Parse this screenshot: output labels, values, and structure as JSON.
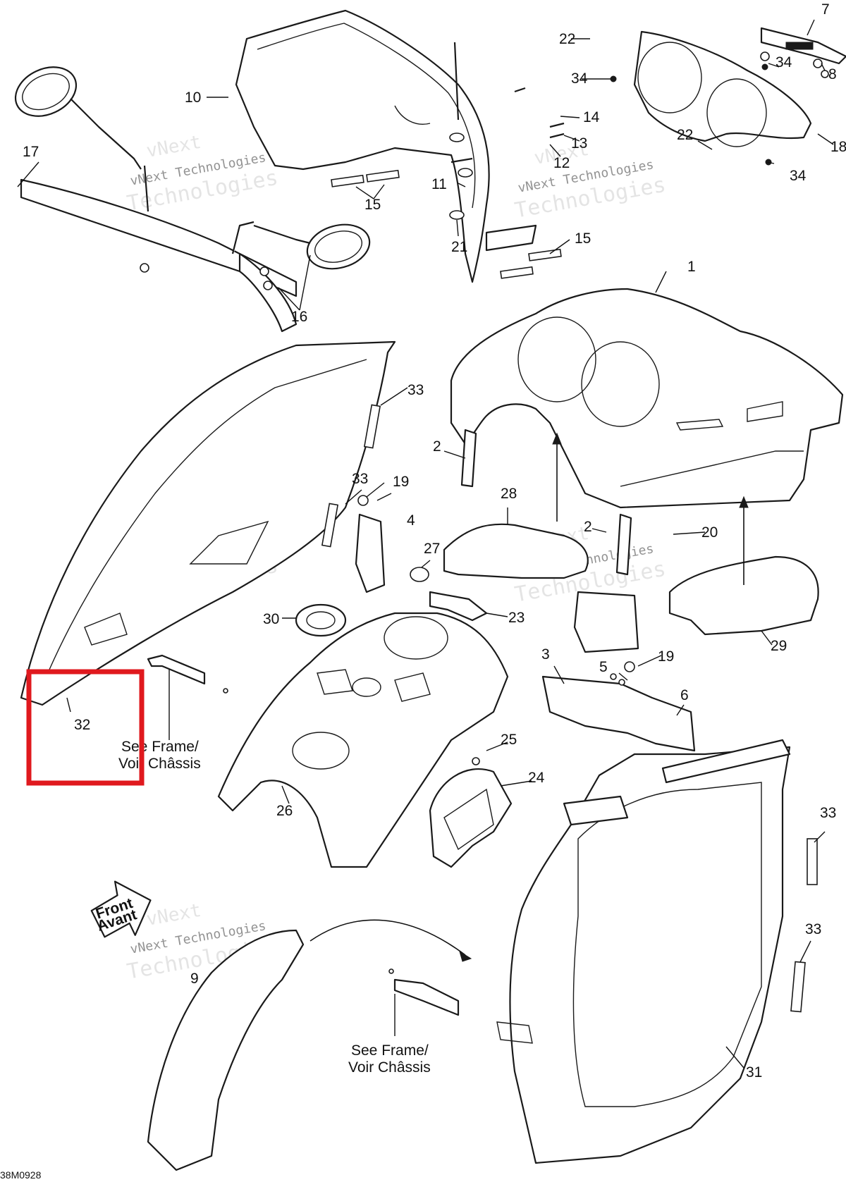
{
  "callouts": [
    "1",
    "2",
    "2",
    "3",
    "4",
    "5",
    "6",
    "7",
    "8",
    "9",
    "10",
    "11",
    "12",
    "13",
    "14",
    "15",
    "15",
    "16",
    "17",
    "18",
    "19",
    "19",
    "20",
    "21",
    "22",
    "22",
    "23",
    "24",
    "25",
    "26",
    "27",
    "28",
    "29",
    "30",
    "31",
    "32",
    "33",
    "33",
    "33",
    "33",
    "34",
    "34",
    "34"
  ],
  "notes": {
    "frame_left_line1": "See Frame/",
    "frame_left_line2": "Voir Châssis",
    "frame_bottom_line1": "See Frame/",
    "frame_bottom_line2": "Voir Châssis",
    "front_line1": "Front",
    "front_line2": "Avant"
  },
  "watermark": {
    "line1": "vNext",
    "line2": "vNext Technologies",
    "line3": "Technologies"
  },
  "figure_code": "38M0928",
  "highlight": {
    "color": "#e0191e",
    "part": "32"
  }
}
